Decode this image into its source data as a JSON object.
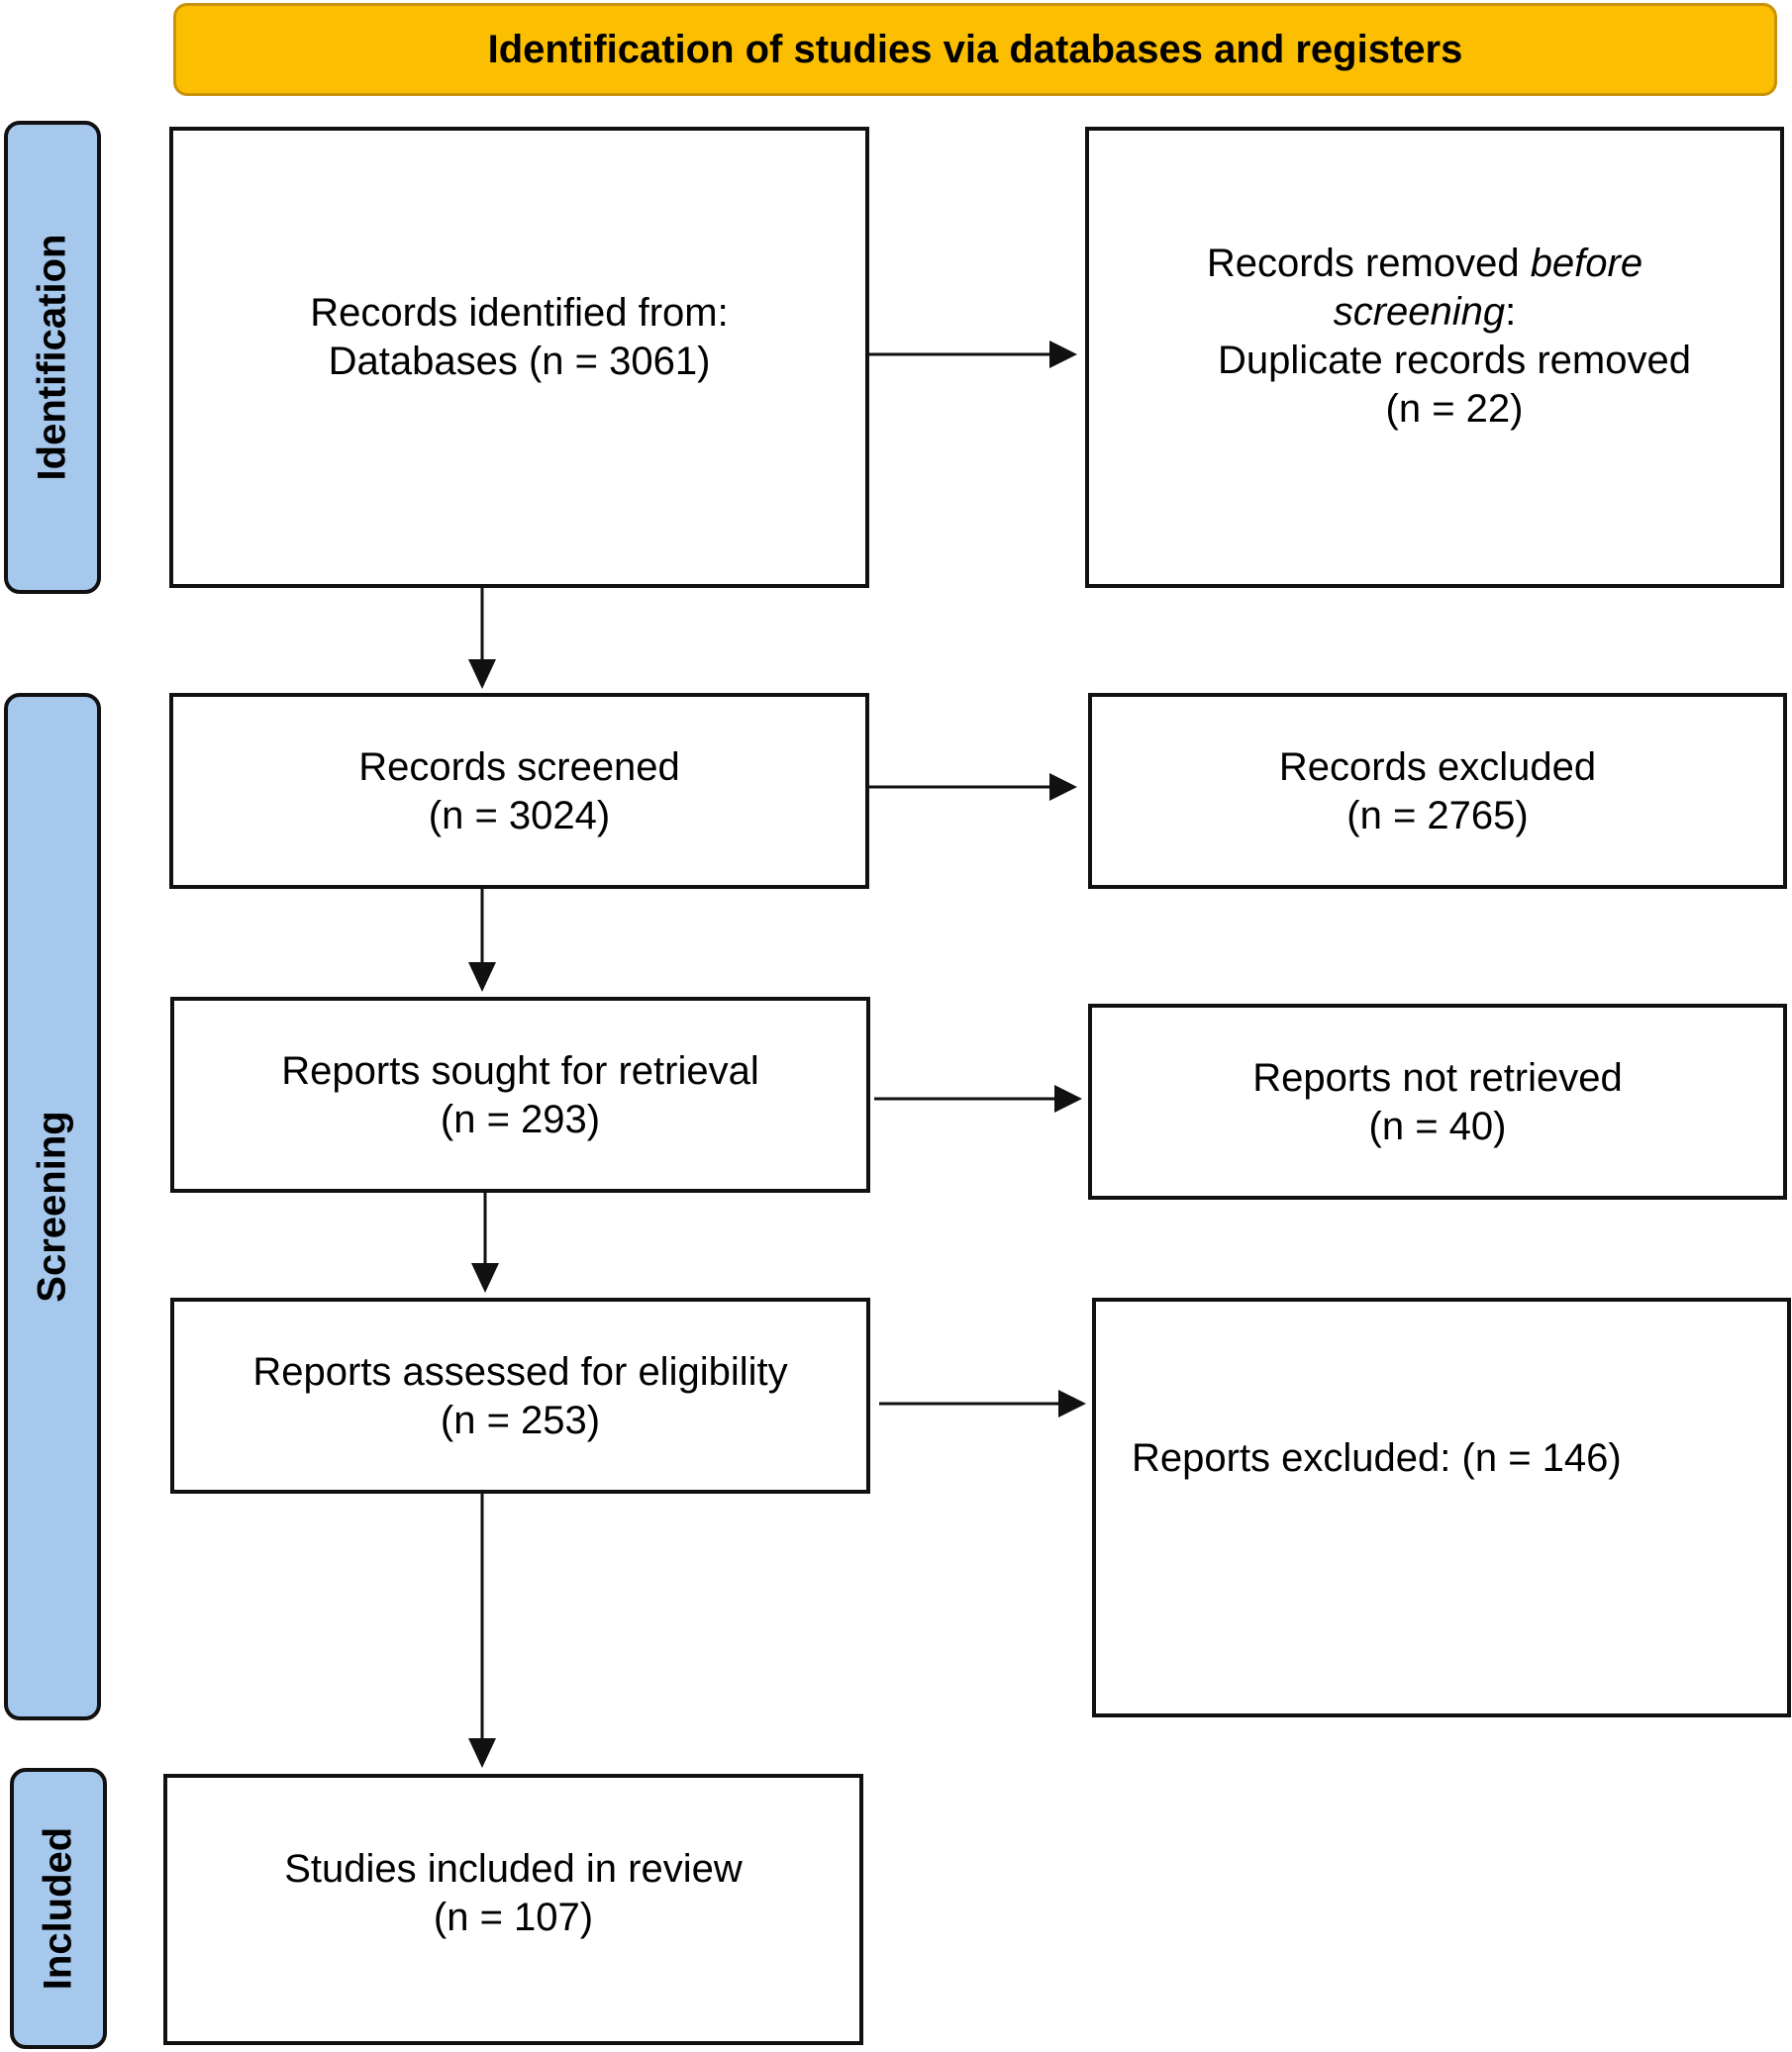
{
  "header": {
    "title": "Identification of studies via databases and registers"
  },
  "phases": [
    {
      "id": "identification",
      "label": "Identification"
    },
    {
      "id": "screening",
      "label": "Screening"
    },
    {
      "id": "included",
      "label": "Included"
    }
  ],
  "boxes": {
    "records_identified": {
      "line1": "Records identified from:",
      "line2": "Databases (n = 3061)"
    },
    "records_removed": {
      "line1": "Records removed ",
      "line1_italic": "before",
      "line2_italic": "screening",
      "line2_suffix": ":",
      "line3": "Duplicate records removed",
      "line4": "(n = 22)"
    },
    "records_screened": {
      "line1": "Records screened",
      "line2": "(n = 3024)"
    },
    "records_excluded": {
      "line1": "Records excluded",
      "line2": "(n = 2765)"
    },
    "reports_sought": {
      "line1": "Reports sought for retrieval",
      "line2": "(n = 293)"
    },
    "reports_not_retrieved": {
      "line1": "Reports not retrieved",
      "line2": "(n = 40)"
    },
    "reports_assessed": {
      "line1": "Reports assessed for eligibility",
      "line2": "(n = 253)"
    },
    "reports_excluded": {
      "line1": "Reports excluded: (n = 146)"
    },
    "studies_included": {
      "line1": "Studies included in review",
      "line2": "(n = 107)"
    }
  },
  "colors": {
    "header_fill": "#fcbe00",
    "phase_fill": "#a6c8ec",
    "box_border": "#111111",
    "arrow": "#111111"
  }
}
